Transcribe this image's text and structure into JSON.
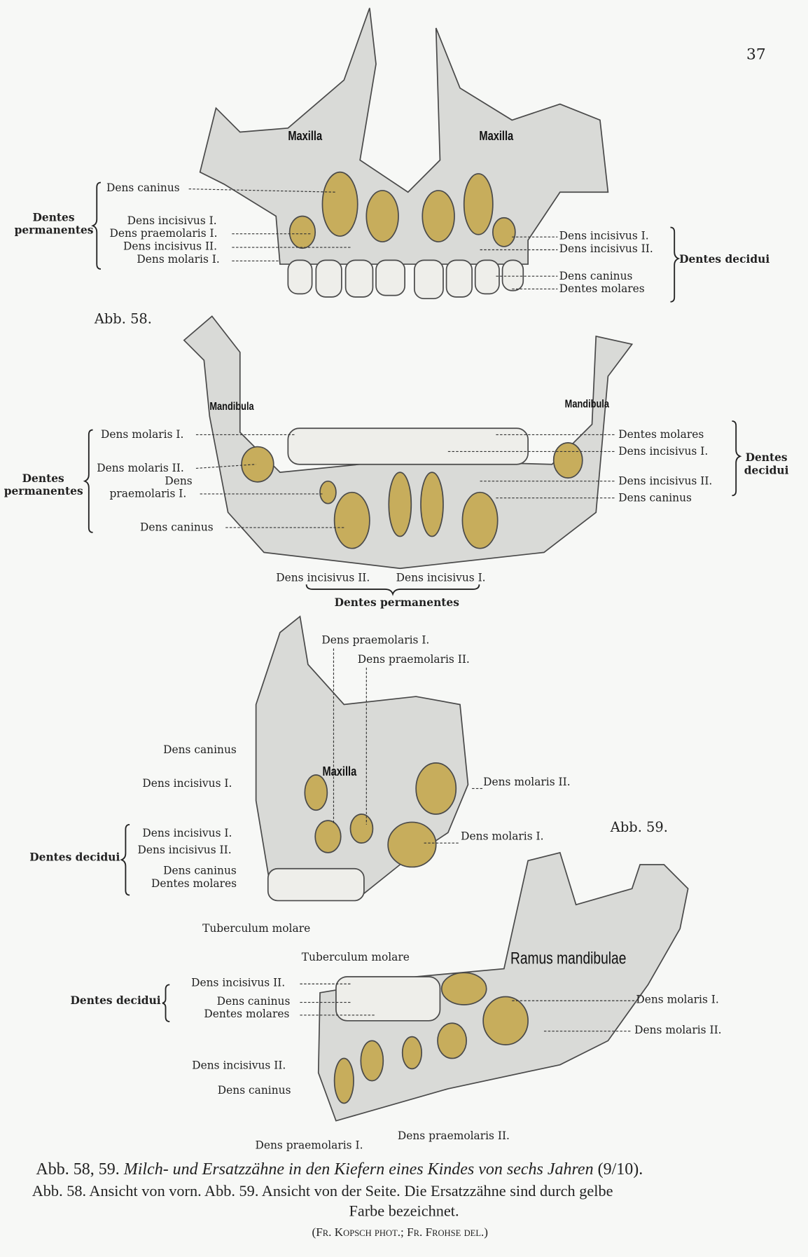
{
  "page_number": "37",
  "fig58": {
    "abb_label": "Abb. 58.",
    "maxilla": {
      "bone_labels": [
        "Maxilla",
        "Maxilla"
      ],
      "left_group": "Dentes permanentes",
      "left": [
        "Dens caninus",
        "Dens incisivus I.",
        "Dens praemolaris I.",
        "Dens incisivus II.",
        "Dens molaris I."
      ],
      "right_group": "Dentes decidui",
      "right": [
        "Dens incisivus I.",
        "Dens incisivus II.",
        "Dens caninus",
        "Dentes molares"
      ]
    },
    "mandible": {
      "bone_labels": [
        "Mandibula",
        "Mandibula"
      ],
      "left_group": "Dentes permanentes",
      "left": [
        "Dens molaris I.",
        "Dens molaris II.",
        "Dens",
        "praemolaris I.",
        "Dens caninus"
      ],
      "right_group": "Dentes decidui",
      "right": [
        "Dentes molares",
        "Dens incisivus I.",
        "Dens incisivus II.",
        "Dens caninus"
      ],
      "bottom": [
        "Dens incisivus II.",
        "Dens incisivus I."
      ],
      "bottom_group": "Dentes permanentes"
    }
  },
  "fig59": {
    "abb_label": "Abb. 59.",
    "upper": {
      "bone_label": "Maxilla",
      "top": [
        "Dens praemolaris I.",
        "Dens praemolaris II."
      ],
      "left": [
        "Dens caninus",
        "Dens incisivus I."
      ],
      "right": [
        "Dens molaris II.",
        "Dens molaris I."
      ],
      "group": "Dentes decidui",
      "group_items": [
        "Dens incisivus I.",
        "Dens incisivus II.",
        "Dens caninus",
        "Dentes molares"
      ],
      "bottom": "Tuberculum molare"
    },
    "lower": {
      "bone_label": "Ramus mandibulae",
      "top": "Tuberculum molare",
      "group": "Dentes decidui",
      "group_items": [
        "Dens incisivus II.",
        "Dens caninus",
        "Dentes molares"
      ],
      "right": [
        "Dens molaris I.",
        "Dens molaris II."
      ],
      "left": [
        "Dens incisivus II.",
        "Dens caninus"
      ],
      "bottom": [
        "Dens praemolaris II.",
        "Dens praemolaris I."
      ]
    }
  },
  "caption": {
    "prefix": "Abb. 58, 59.",
    "title": "Milch- und Ersatzzähne in den Kiefern eines Kindes von sechs Jahren",
    "scale": "(9/10).",
    "line2": "Abb. 58. Ansicht von vorn. Abb. 59. Ansicht von der Seite. Die Ersatzzähne sind durch gelbe",
    "line3": "Farbe bezeichnet.",
    "credit": "(Fr. Kopsch phot.; Fr. Frohse del.)"
  },
  "colors": {
    "bone": "#d9dad7",
    "permanent_tooth": "#c7ad5c",
    "deciduous_tooth": "#eeeeea"
  }
}
